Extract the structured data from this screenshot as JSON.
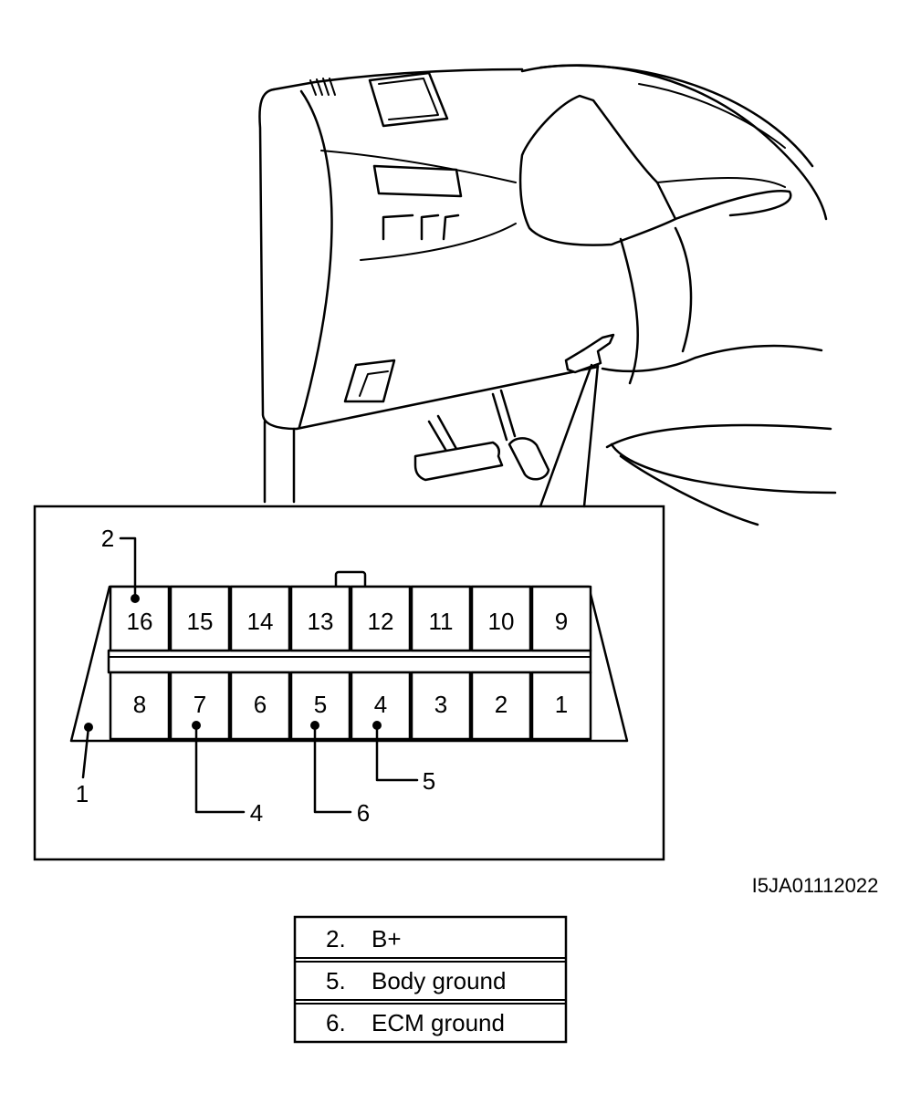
{
  "figure_code": "I5JA01112022",
  "connector": {
    "top_row": [
      "16",
      "15",
      "14",
      "13",
      "12",
      "11",
      "10",
      "9"
    ],
    "bottom_row": [
      "8",
      "7",
      "6",
      "5",
      "4",
      "3",
      "2",
      "1"
    ]
  },
  "callouts": [
    "1",
    "2",
    "4",
    "5",
    "6"
  ],
  "legend": [
    {
      "num": "2.",
      "text": "B+"
    },
    {
      "num": "5.",
      "text": "Body ground"
    },
    {
      "num": "6.",
      "text": "ECM ground"
    }
  ]
}
